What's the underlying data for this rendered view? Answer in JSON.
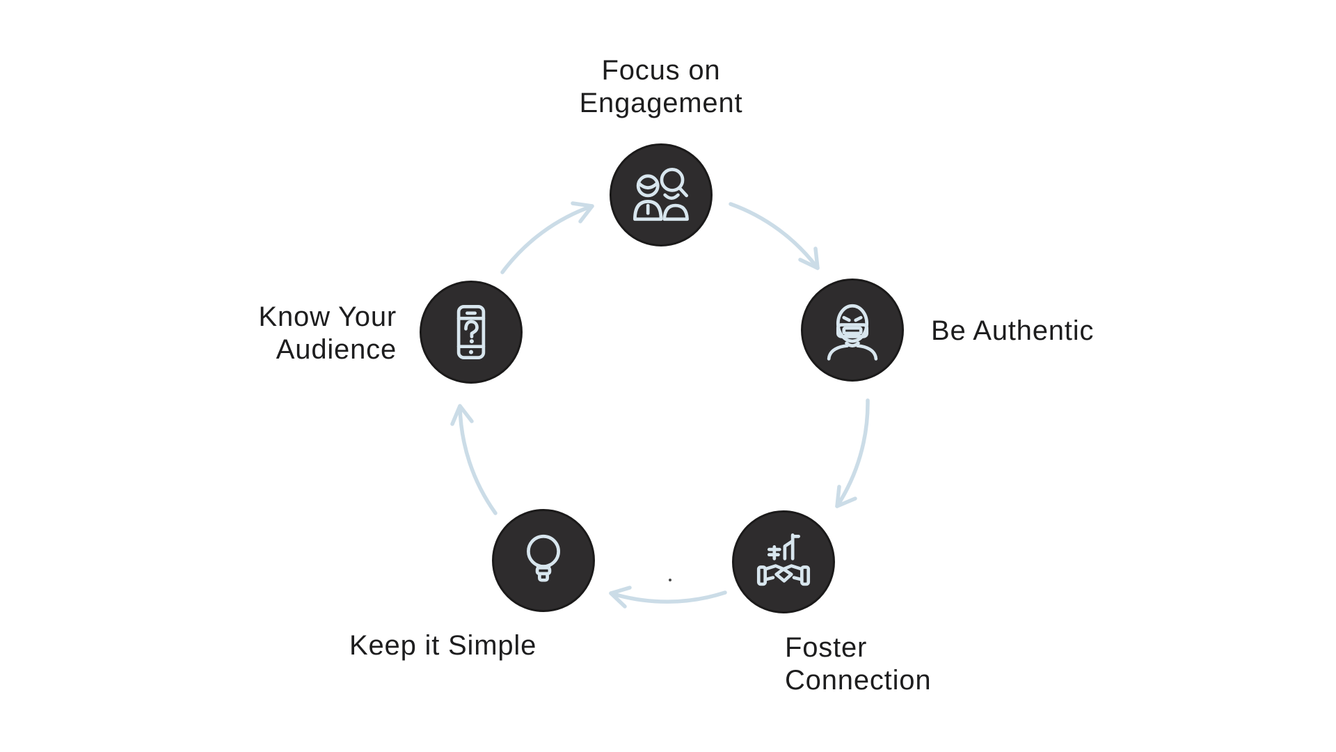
{
  "diagram": {
    "type": "cycle",
    "direction": "clockwise",
    "nodes": [
      {
        "id": "focus-engagement",
        "label": "Focus on Engagement",
        "icon": "people-magnifier-icon",
        "position": "top"
      },
      {
        "id": "be-authentic",
        "label": "Be Authentic",
        "icon": "masked-person-icon",
        "position": "right"
      },
      {
        "id": "foster-connection",
        "label": "Foster Connection",
        "icon": "handshake-building-icon",
        "position": "bottom-right"
      },
      {
        "id": "keep-it-simple",
        "label": "Keep it Simple",
        "icon": "lightbulb-icon",
        "position": "bottom-left"
      },
      {
        "id": "know-your-audience",
        "label": "Know Your Audience",
        "icon": "phone-question-icon",
        "position": "left"
      }
    ],
    "colors": {
      "background": "#ffffff",
      "node_fill": "#2e2c2d",
      "node_border": "#1b1a1a",
      "icon_stroke": "#d8e6ee",
      "arrow": "#cbdce7",
      "label_text": "#1d1d1e"
    }
  }
}
